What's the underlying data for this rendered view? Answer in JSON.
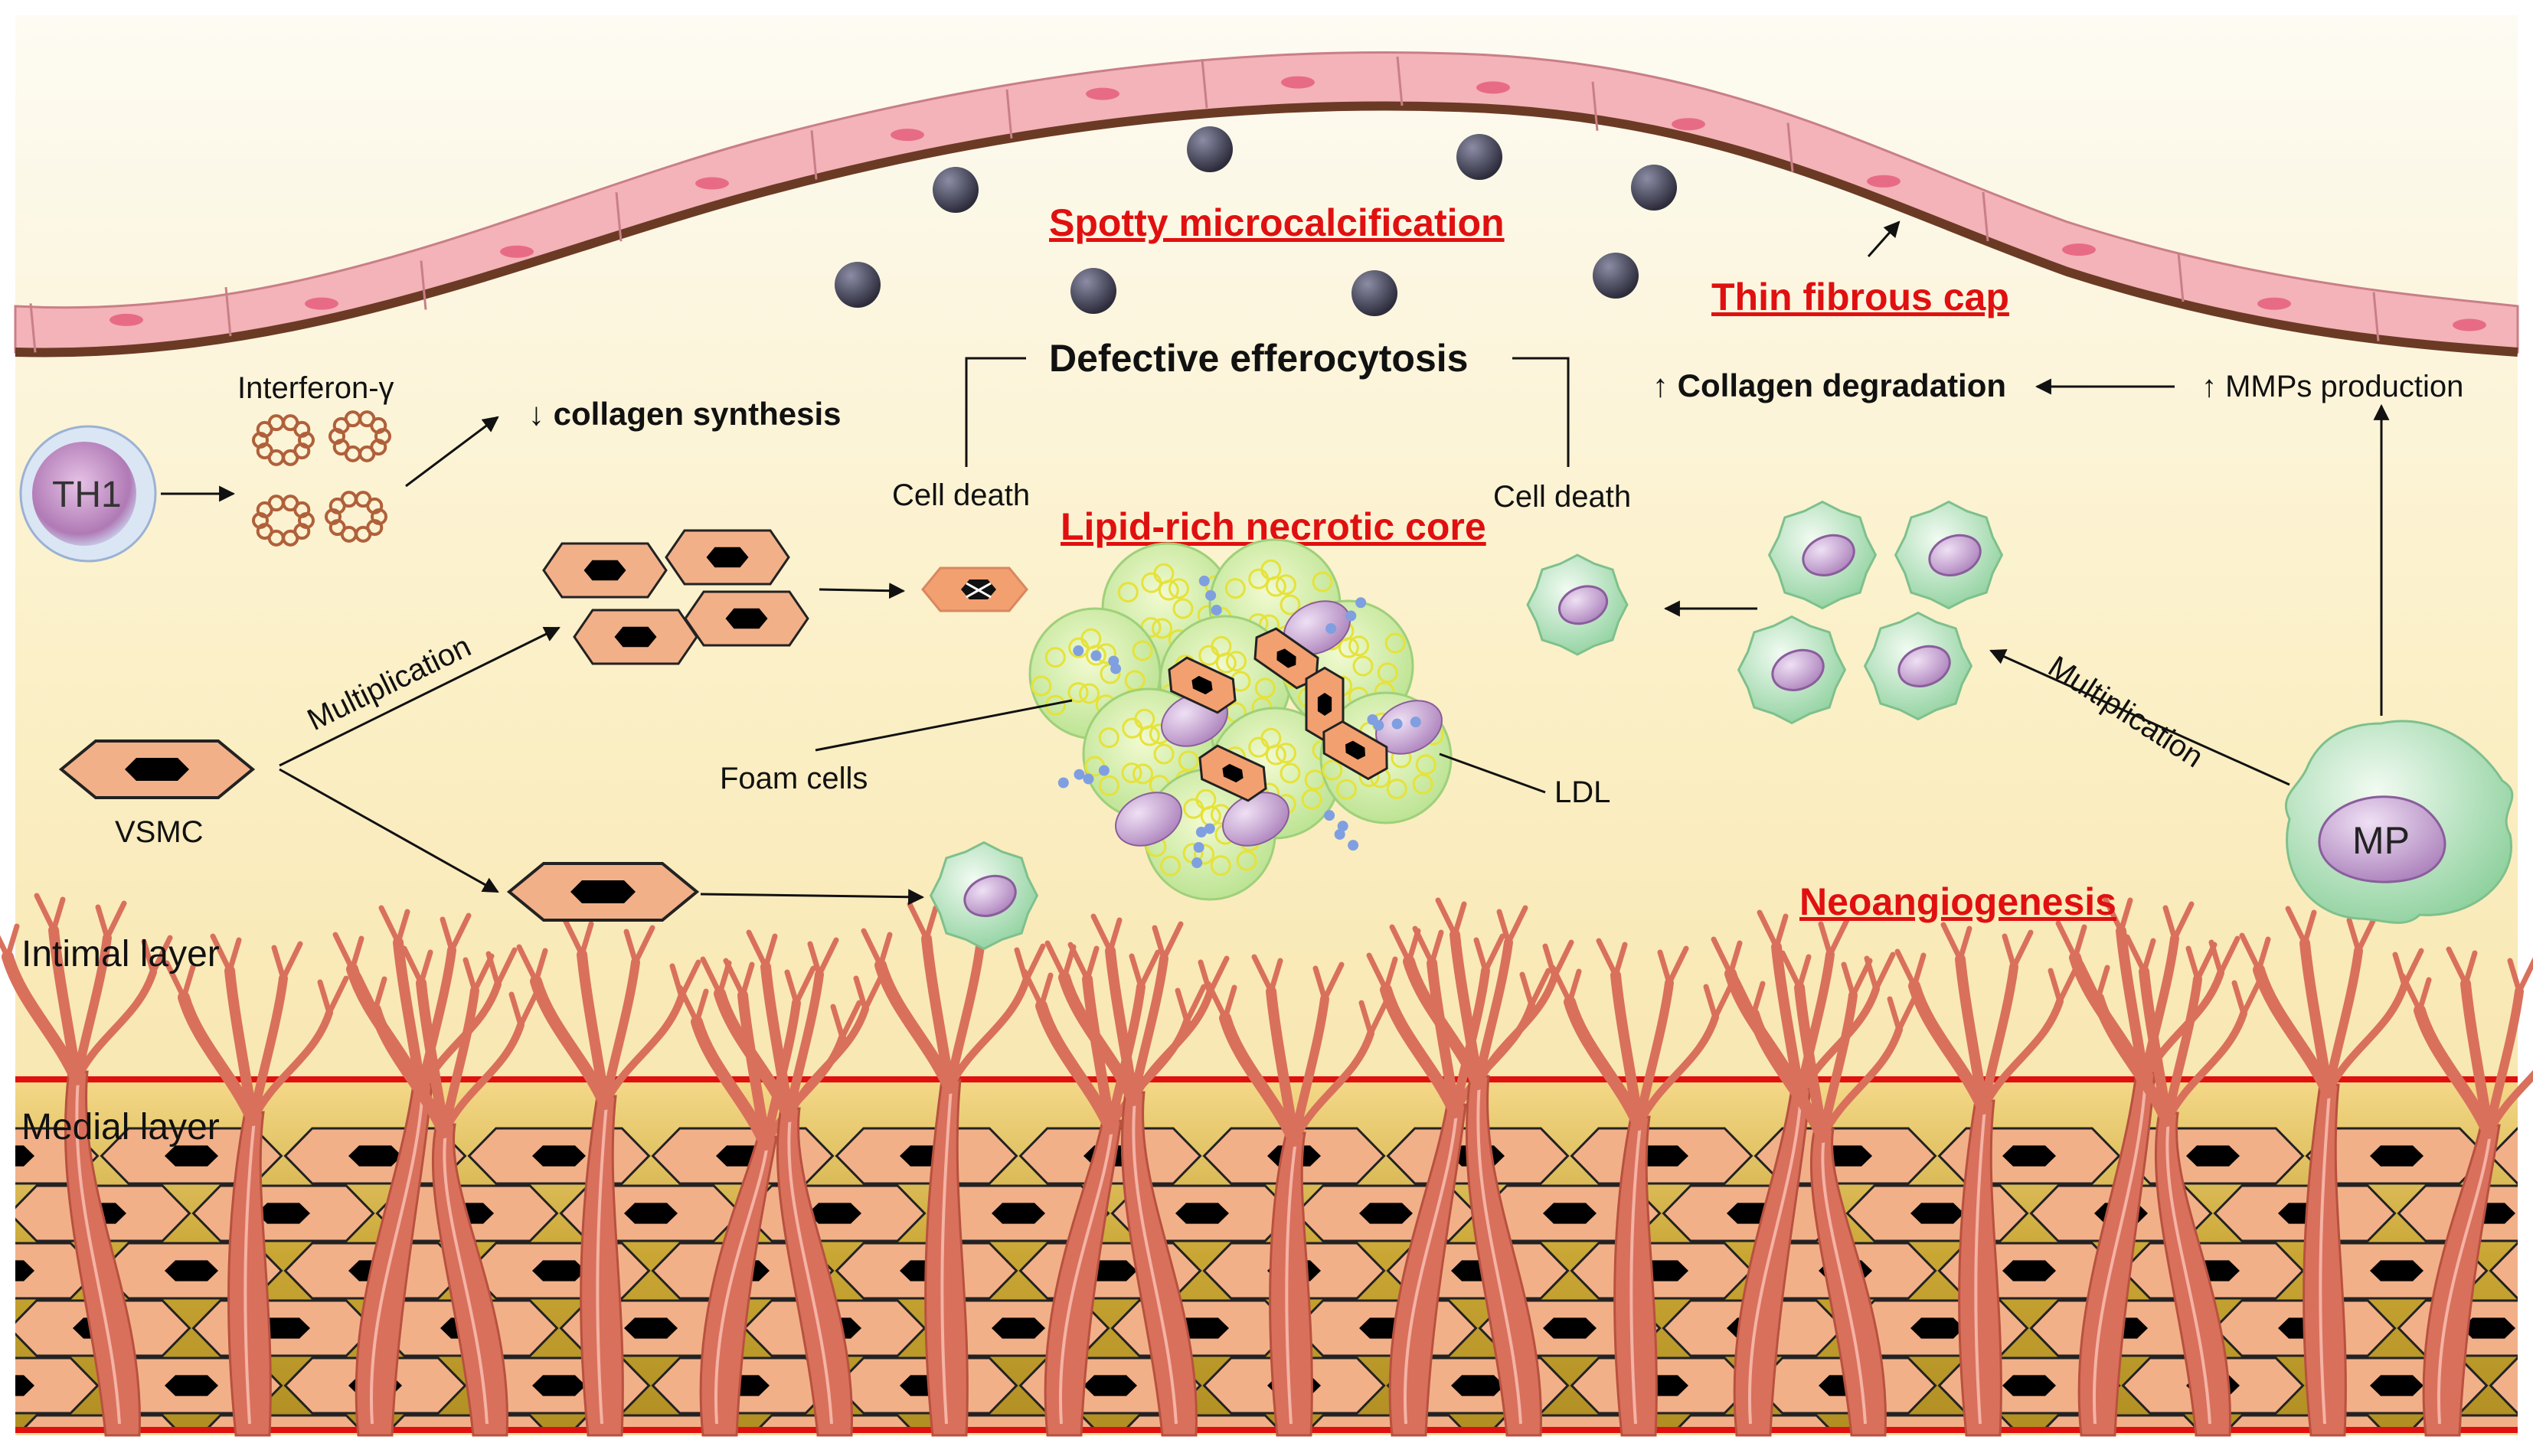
{
  "labels": {
    "spotty": "Spotty microcalcification",
    "thin_cap": "Thin fibrous cap",
    "defective": "Defective efferocytosis",
    "interferon": "Interferon-γ",
    "collagen_synth": "↓ collagen synthesis",
    "collagen_deg": "↑ Collagen degradation",
    "mmps": "↑ MMPs production",
    "th1": "TH1",
    "cell_death_left": "Cell death",
    "cell_death_right": "Cell death",
    "lipid_core": "Lipid-rich necrotic core",
    "multiplication_left": "Multiplication",
    "multiplication_right": "Multiplication",
    "foam_cells": "Foam cells",
    "ldl": "LDL",
    "vsmc": "VSMC",
    "mp": "MP",
    "neoangiogenesis": "Neoangiogenesis",
    "intimal": "Intimal layer",
    "medial": "Medial layer"
  },
  "colors": {
    "emphasis_red": "#e01010",
    "endothelium": "#f3b3b8",
    "vsmc_fill": "#f2b089",
    "vessel": "#d9705c",
    "macrophage": "#b9e5c1",
    "nucleus": "#c7a0d0",
    "calcification": "#3f3f52"
  }
}
